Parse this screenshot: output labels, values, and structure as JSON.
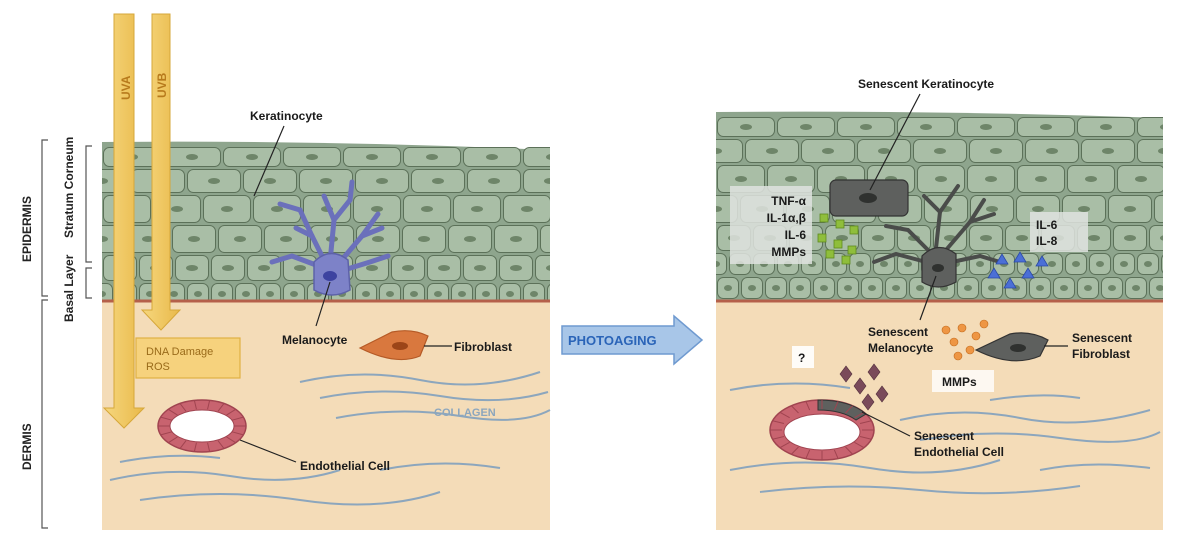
{
  "colors": {
    "dermis": "#f4dcb8",
    "epidermis": "#8ea58d",
    "cell_fill": "#a9bea6",
    "cell_stroke": "#5c7159",
    "basement": "#b5604a",
    "uv_arrow": "#f2c65d",
    "melanocyte": "#7d82c8",
    "fibroblast": "#d9783e",
    "vessel": "#c8636f",
    "collagen": "#8ca6bd",
    "senescent": "#5e605e",
    "photoaging_arrow": "#a8c6e8",
    "green_sasp": "#8fbe3b",
    "blue_sasp": "#4b6fd6",
    "orange_sasp": "#ee9644",
    "purple_sasp": "#7a4a5a"
  },
  "side_labels": {
    "epidermis": "EPIDERMIS",
    "dermis": "DERMIS",
    "stratum_corneum": "Stratum Corneum",
    "basal_layer": "Basal Layer"
  },
  "left_panel": {
    "uva": "UVA",
    "uvb": "UVB",
    "keratinocyte": "Keratinocyte",
    "melanocyte": "Melanocyte",
    "fibroblast": "Fibroblast",
    "dna_damage": "DNA Damage",
    "ros": "ROS",
    "collagen": "COLLAGEN",
    "endothelial": "Endothelial Cell"
  },
  "photoaging": "PHOTOAGING",
  "right_panel": {
    "senescent_keratinocyte": "Senescent Keratinocyte",
    "sasp_left": [
      "TNF-α",
      "IL-1α,β",
      "IL-6",
      "MMPs"
    ],
    "sasp_right": [
      "IL-6",
      "IL-8"
    ],
    "senescent_melanocyte": [
      "Senescent",
      "Melanocyte"
    ],
    "senescent_fibroblast": [
      "Senescent",
      "Fibroblast"
    ],
    "mmps": "MMPs",
    "question": "?",
    "senescent_endothelial": [
      "Senescent",
      "Endothelial Cell"
    ]
  }
}
